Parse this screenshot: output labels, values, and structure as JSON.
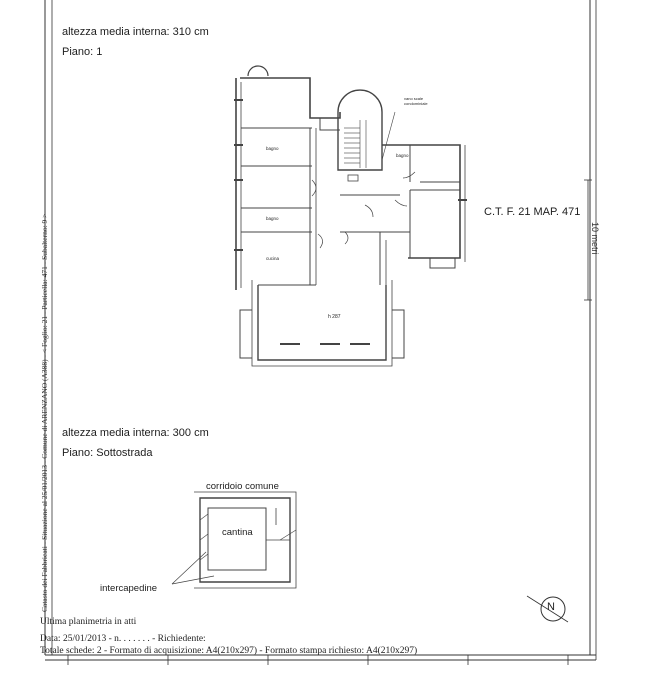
{
  "floor1": {
    "height_label": "altezza media interna: 310 cm",
    "piano_label": "Piano: 1",
    "room_labels": {
      "bagno_a": "bagno",
      "bagno_b": "bagno",
      "bagno_c": "bagno",
      "cucina": "cucina",
      "height_mark": "h 287",
      "stair_note": "vano scale condominiale"
    }
  },
  "cadastral_ref": "C.T. F. 21 MAP. 471",
  "scale_label": "10 metri",
  "basement": {
    "height_label": "altezza media interna: 300 cm",
    "piano_label": "Piano: Sottostrada",
    "corridor_label": "corridoio comune",
    "cellar_label": "cantina",
    "gap_label": "intercapedine"
  },
  "side_stamp": "Catasto dei Fabbricati - Situazione al 25/01/2013 - Comune di ARENZANO (A388) - < Foglio: 21 - Particella: 471 - Subalterno: 9 >",
  "north_label": "N",
  "footer": {
    "line1": "Ultima planimetria in atti",
    "line2": "Data: 25/01/2013 - n. . . . . . . - Richiedente:",
    "line3": "Totale schede: 2 - Formato di acquisizione: A4(210x297) - Formato stampa richiesto: A4(210x297)"
  }
}
